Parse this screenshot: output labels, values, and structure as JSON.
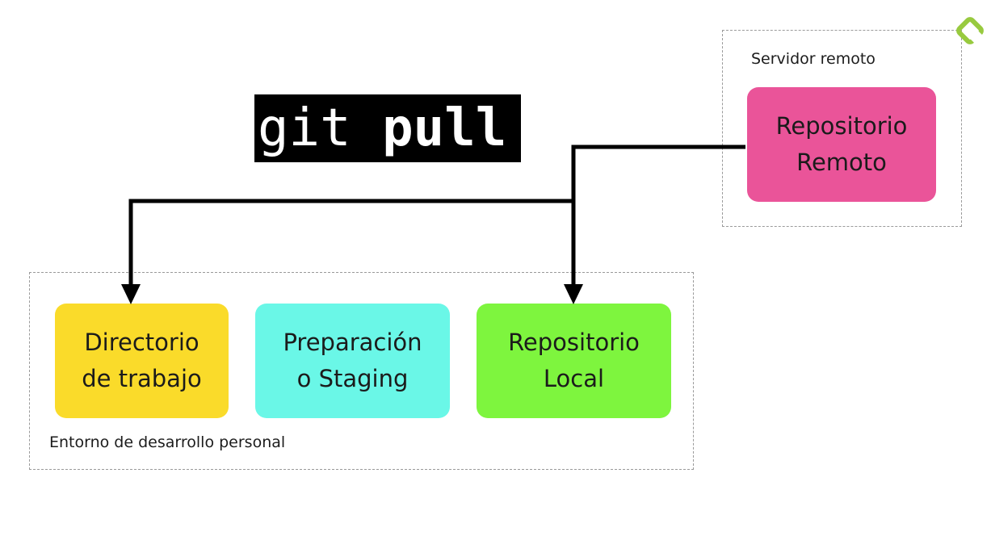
{
  "title": {
    "command": "git",
    "subcommand": "pull"
  },
  "remote_environment": {
    "label": "Servidor remoto",
    "repository": {
      "line1": "Repositorio",
      "line2": "Remoto",
      "color": "#ea5499"
    }
  },
  "local_environment": {
    "label": "Entorno de desarrollo personal",
    "nodes": [
      {
        "line1": "Directorio",
        "line2": "de trabajo",
        "color": "#fadb2a"
      },
      {
        "line1": "Preparación",
        "line2": "o Staging",
        "color": "#6af7e7"
      },
      {
        "line1": "Repositorio",
        "line2": "Local",
        "color": "#7ef53e"
      }
    ]
  },
  "logo": {
    "icon": "platzi-logo-icon",
    "color": "#98ca3f"
  }
}
